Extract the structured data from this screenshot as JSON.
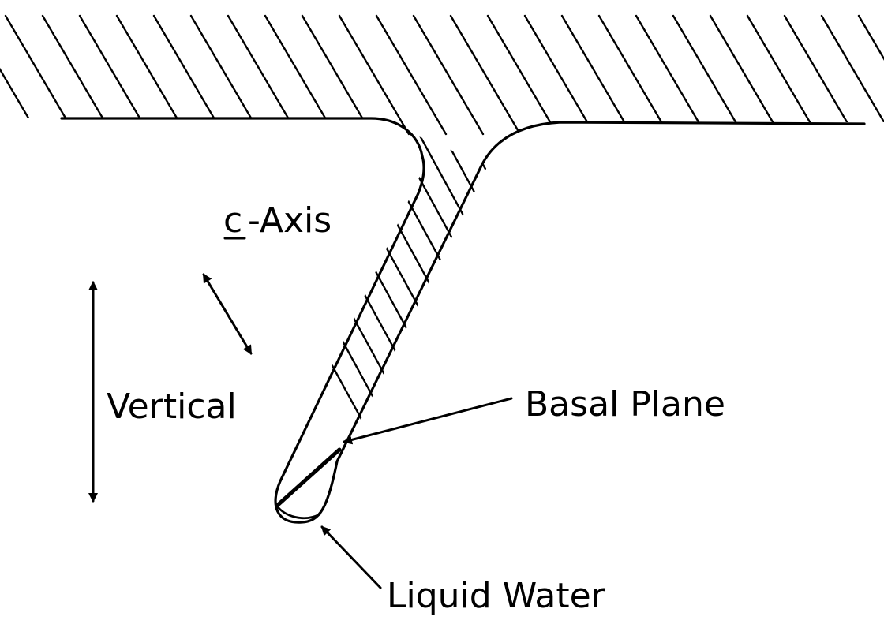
{
  "labels": {
    "c_letter": "c",
    "c_suffix": "-Axis",
    "vertical": "Vertical",
    "basal_plane": "Basal Plane",
    "liquid_water": "Liquid Water"
  },
  "colors": {
    "ink": "#000000",
    "background": "#ffffff"
  }
}
